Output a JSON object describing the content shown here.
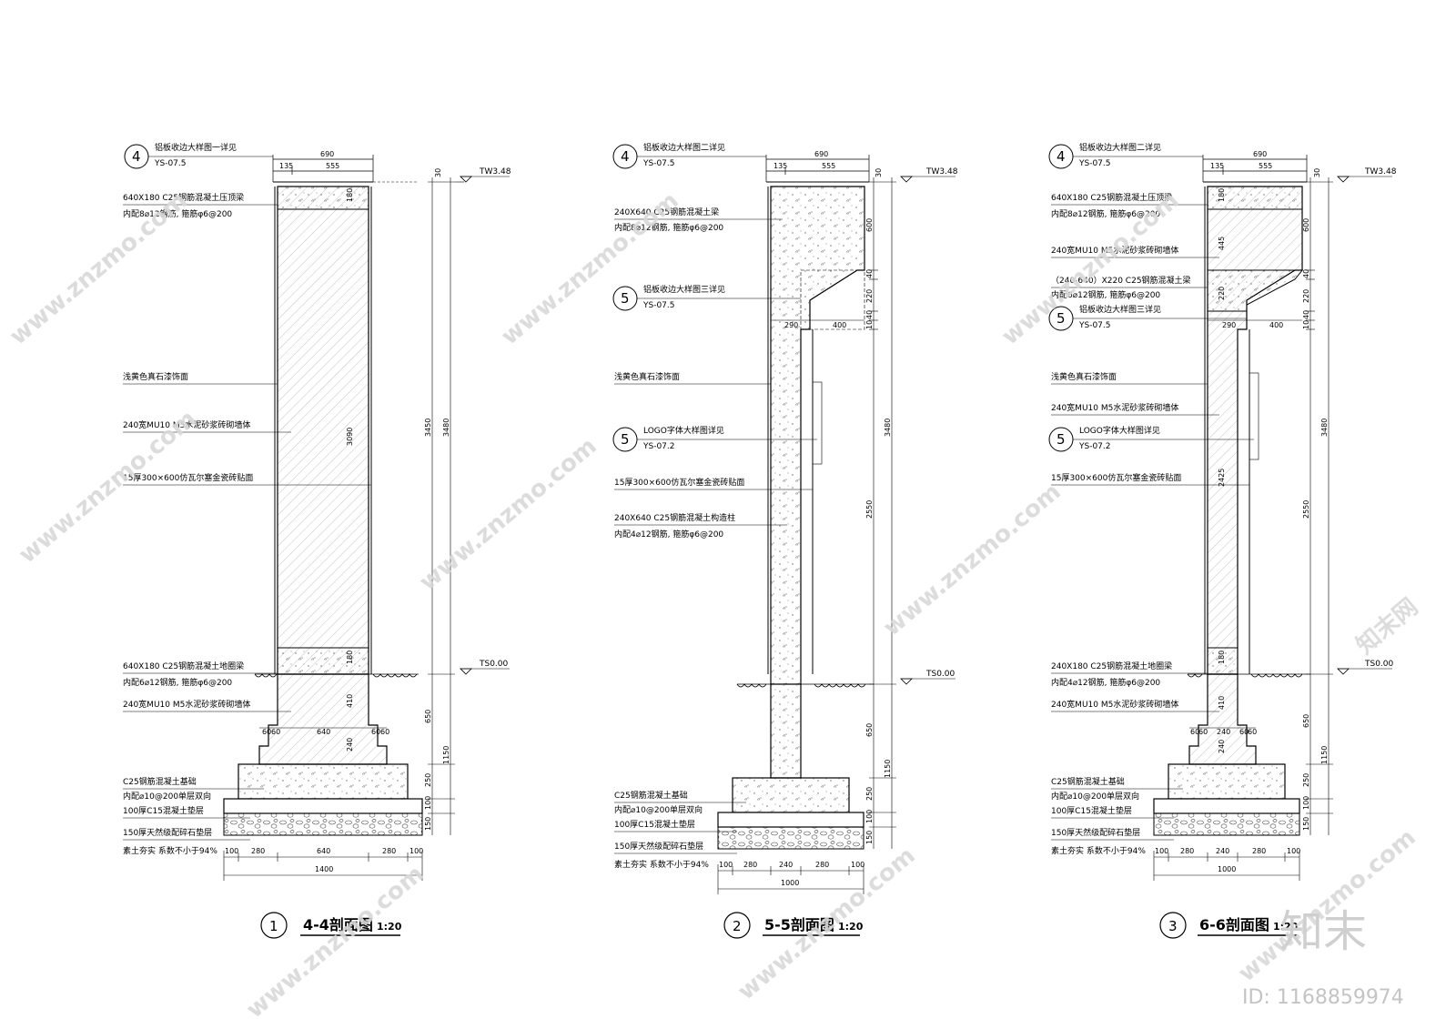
{
  "watermark": {
    "site": "www.znzmo.com",
    "brand": "知末网",
    "logo": "知末",
    "id_label": "ID: 1168859974"
  },
  "sections": [
    {
      "title_num": "1",
      "title": "4-4剖面图",
      "scale": "1:20",
      "levels": {
        "top": "TW3.48",
        "ground": "TS0.00"
      },
      "callouts": [
        {
          "num": "4",
          "line1": "铝板收边大样图一详见",
          "line2": "YS-07.5"
        }
      ],
      "notes": [
        "640X180 C25钢筋混凝土压顶梁",
        "内配8⌀12钢筋, 箍筋φ6@200",
        "浅黄色真石漆饰面",
        "240宽MU10 M5水泥砂浆砖砌墙体",
        "15厚300×600仿瓦尔塞金瓷砖贴面",
        "640X180 C25钢筋混凝土地圈梁",
        "内配6⌀12钢筋, 箍筋φ6@200",
        "240宽MU10 M5水泥砂浆砖砌墙体",
        "C25钢筋混凝土基础",
        "内配⌀10@200单层双向",
        "100厚C15混凝土垫层",
        "150厚天然级配碎石垫层",
        "素土夯实 系数不小于94%"
      ],
      "dims_top": [
        "690",
        "135",
        "555",
        "30"
      ],
      "dims_right": [
        "180",
        "3090",
        "180",
        "3450",
        "3480",
        "410",
        "650",
        "240",
        "250",
        "100",
        "150",
        "1150"
      ],
      "dims_mid": [
        "60",
        "60",
        "640",
        "60",
        "60"
      ],
      "dims_bottom": [
        "100",
        "280",
        "640",
        "280",
        "100",
        "1400"
      ]
    },
    {
      "title_num": "2",
      "title": "5-5剖面图",
      "scale": "1:20",
      "levels": {
        "top": "TW3.48",
        "ground": "TS0.00"
      },
      "callouts": [
        {
          "num": "4",
          "line1": "铝板收边大样图二详见",
          "line2": "YS-07.5"
        },
        {
          "num": "5",
          "line1": "铝板收边大样图三详见",
          "line2": "YS-07.5"
        },
        {
          "num": "5",
          "line1": "LOGO字体大样图详见",
          "line2": "YS-07.2"
        }
      ],
      "notes": [
        "240X640 C25钢筋混凝土梁",
        "内配8⌀12钢筋, 箍筋φ6@200",
        "浅黄色真石漆饰面",
        "15厚300×600仿瓦尔塞金瓷砖贴面",
        "240X640 C25钢筋混凝土构造柱",
        "内配4⌀12钢筋, 箍筋φ6@200",
        "C25钢筋混凝土基础",
        "内配⌀10@200单层双向",
        "100厚C15混凝土垫层",
        "150厚天然级配碎石垫层",
        "素土夯实 系数不小于94%"
      ],
      "dims_top": [
        "690",
        "135",
        "555",
        "30"
      ],
      "dims_right": [
        "600",
        "40",
        "220",
        "40",
        "10",
        "2550",
        "3480",
        "650",
        "250",
        "100",
        "150",
        "1150"
      ],
      "dims_mid": [
        "290",
        "400"
      ],
      "dims_bottom": [
        "100",
        "280",
        "240",
        "280",
        "100",
        "1000"
      ]
    },
    {
      "title_num": "3",
      "title": "6-6剖面图",
      "scale": "1:20",
      "levels": {
        "top": "TW3.48",
        "ground": "TS0.00"
      },
      "callouts": [
        {
          "num": "4",
          "line1": "铝板收边大样图二详见",
          "line2": "YS-07.5"
        },
        {
          "num": "5",
          "line1": "铝板收边大样图三详见",
          "line2": "YS-07.5"
        },
        {
          "num": "5",
          "line1": "LOGO字体大样图详见",
          "line2": "YS-07.2"
        }
      ],
      "notes": [
        "640X180 C25钢筋混凝土压顶梁",
        "内配8⌀12钢筋, 箍筋φ6@200",
        "240宽MU10 M5水泥砂浆砖砌墙体",
        "（240-640）X220 C25钢筋混凝土梁",
        "内配6⌀12钢筋, 箍筋φ6@200",
        "浅黄色真石漆饰面",
        "240宽MU10 M5水泥砂浆砖砌墙体",
        "15厚300×600仿瓦尔塞金瓷砖贴面",
        "240X180 C25钢筋混凝土地圈梁",
        "内配4⌀12钢筋, 箍筋φ6@200",
        "240宽MU10 M5水泥砂浆砖砌墙体",
        "C25钢筋混凝土基础",
        "内配⌀10@200单层双向",
        "100厚C15混凝土垫层",
        "150厚天然级配碎石垫层",
        "素土夯实 系数不小于94%"
      ],
      "dims_top": [
        "690",
        "135",
        "555",
        "30"
      ],
      "dims_right": [
        "180",
        "445",
        "220",
        "2425",
        "180",
        "410",
        "240",
        "600",
        "40",
        "220",
        "40",
        "10",
        "2550",
        "3480",
        "650",
        "250",
        "100",
        "150",
        "1150"
      ],
      "dims_mid": [
        "290",
        "400",
        "60",
        "60",
        "240",
        "60",
        "60"
      ],
      "dims_bottom": [
        "100",
        "280",
        "240",
        "280",
        "100",
        "1000"
      ]
    }
  ]
}
